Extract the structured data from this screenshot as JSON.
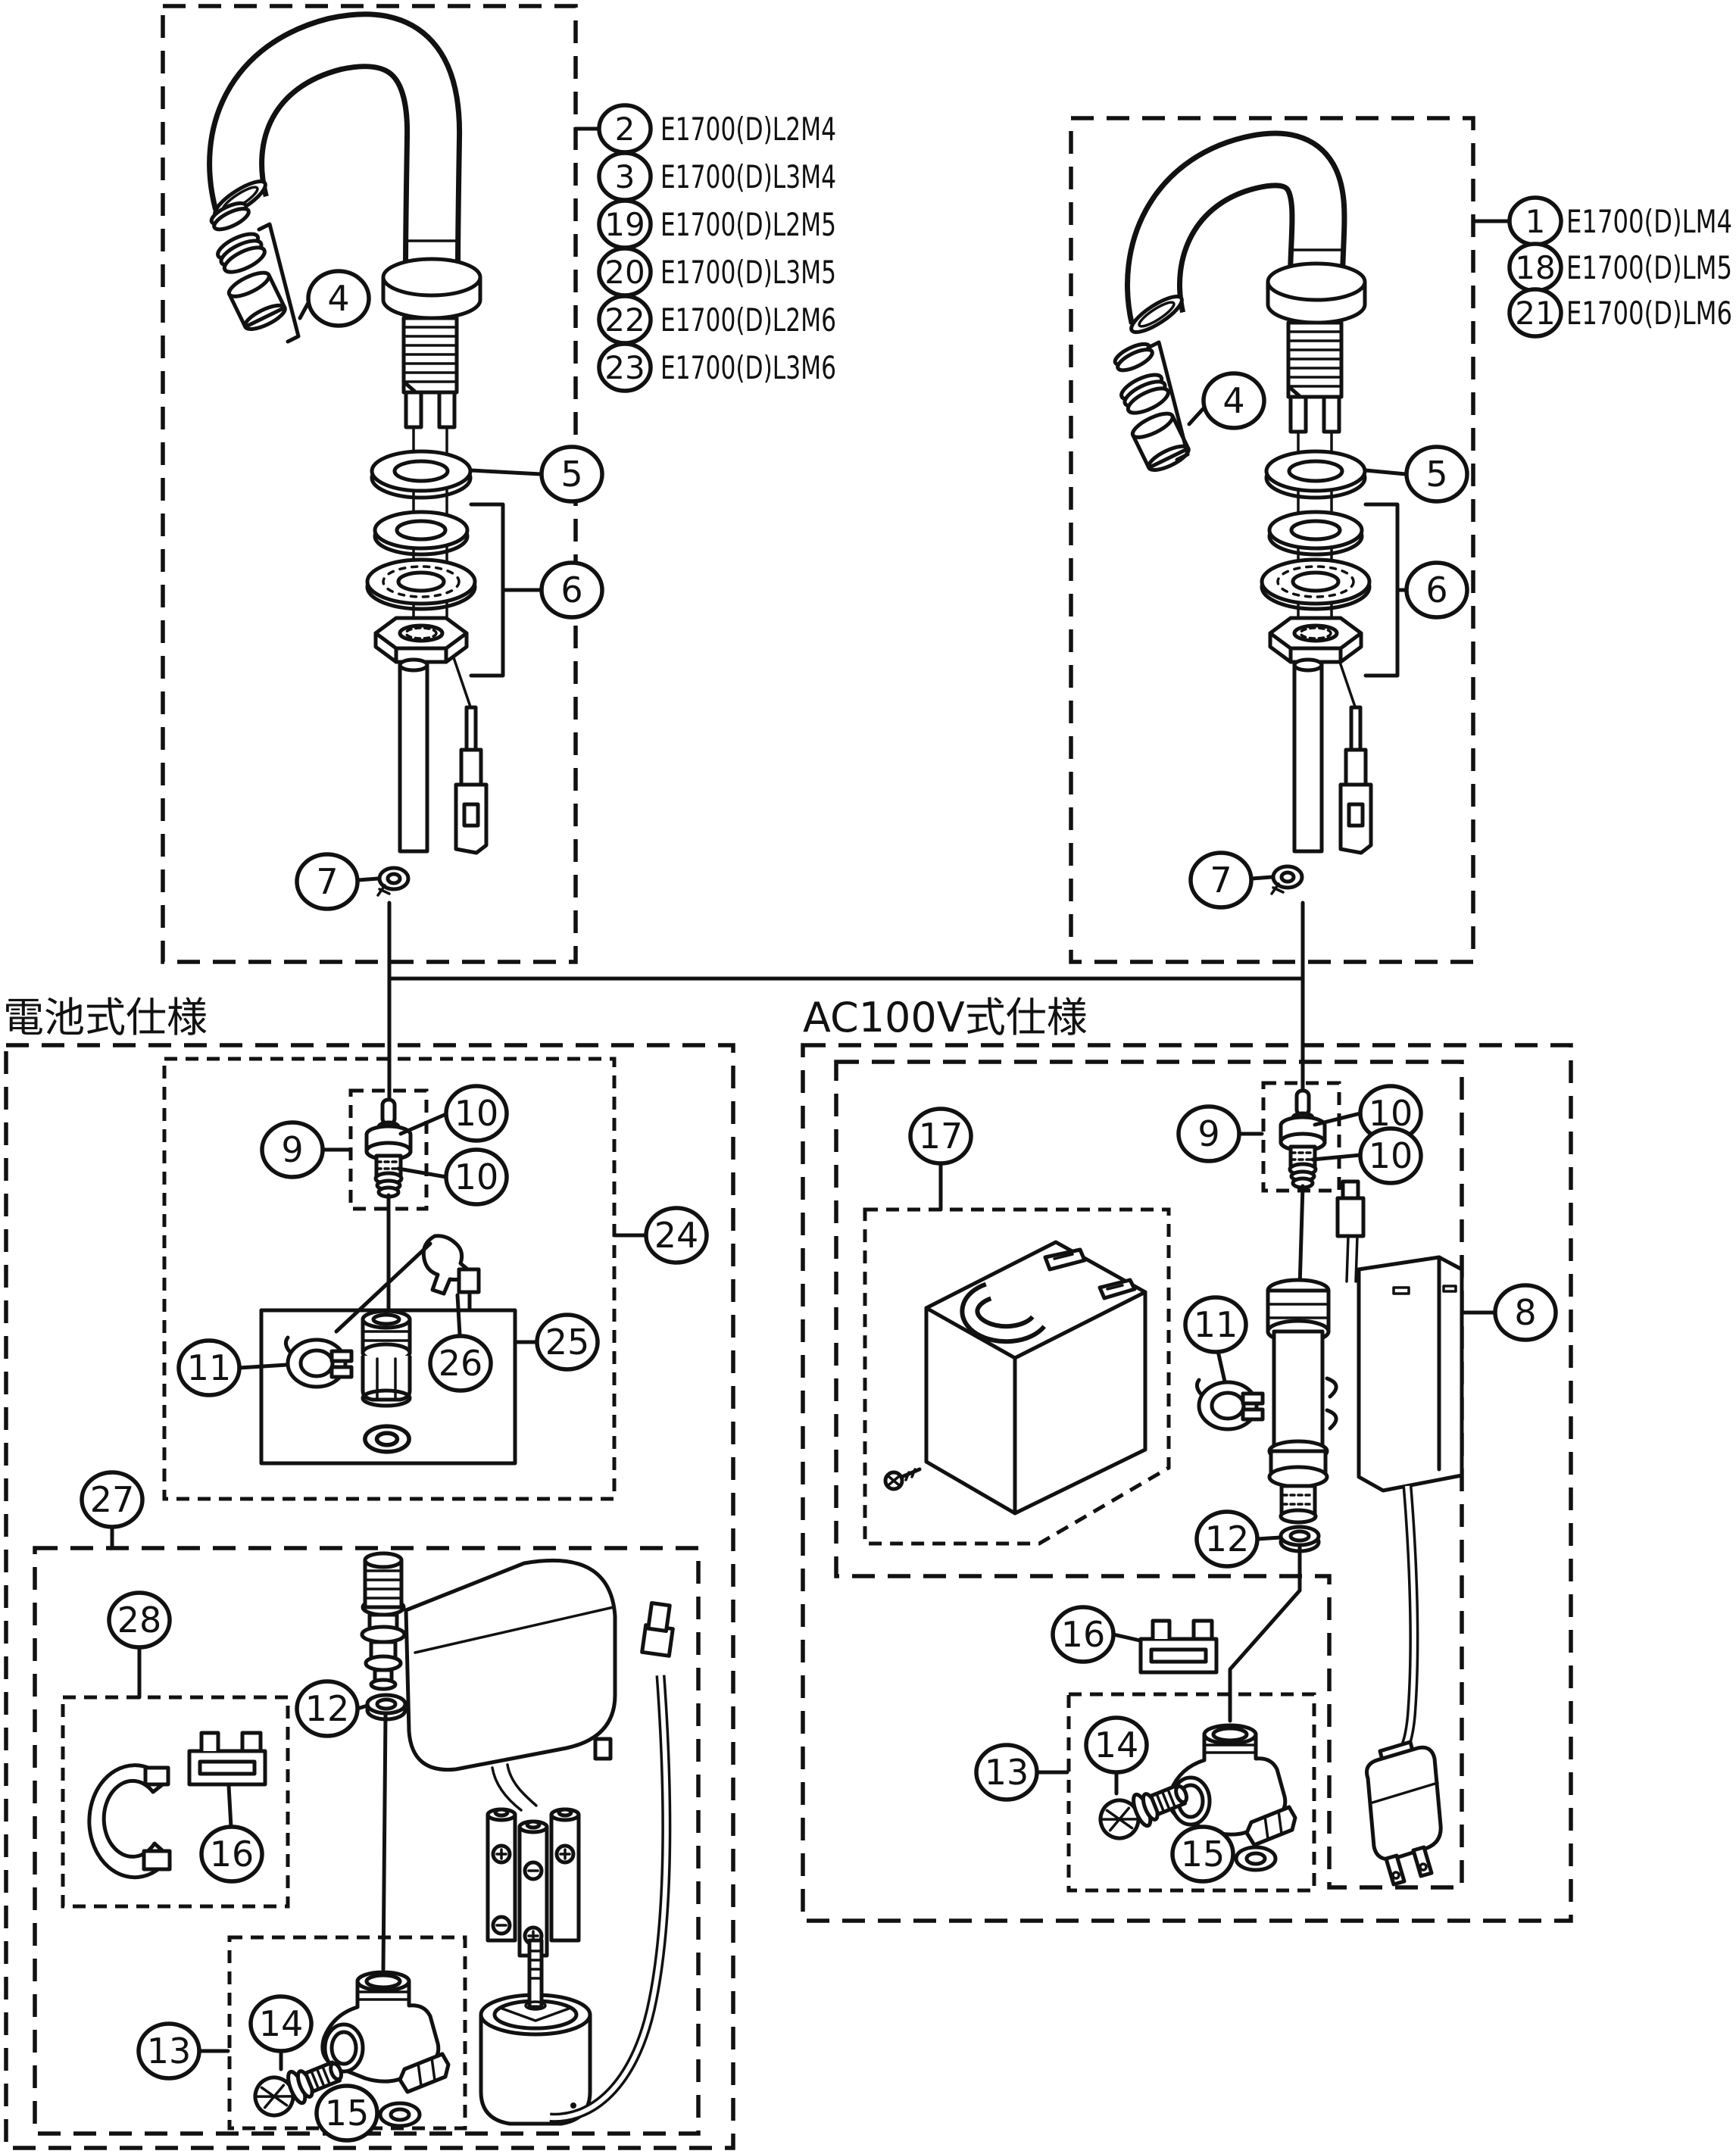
{
  "titles": {
    "battery_spec": "電池式仕様",
    "ac_spec": "AC100V式仕様"
  },
  "left_variants": [
    {
      "num": "2",
      "code": "E1700(D)L2M4"
    },
    {
      "num": "3",
      "code": "E1700(D)L3M4"
    },
    {
      "num": "19",
      "code": "E1700(D)L2M5"
    },
    {
      "num": "20",
      "code": "E1700(D)L3M5"
    },
    {
      "num": "22",
      "code": "E1700(D)L2M6"
    },
    {
      "num": "23",
      "code": "E1700(D)L3M6"
    }
  ],
  "right_variants": [
    {
      "num": "1",
      "code": "E1700(D)LM4"
    },
    {
      "num": "18",
      "code": "E1700(D)LM5"
    },
    {
      "num": "21",
      "code": "E1700(D)LM6"
    }
  ],
  "callouts": {
    "c1": "1",
    "c2": "2",
    "c3": "3",
    "c4": "4",
    "c5": "5",
    "c6": "6",
    "c7": "7",
    "c8": "8",
    "c9": "9",
    "c10": "10",
    "c11": "11",
    "c12": "12",
    "c13": "13",
    "c14": "14",
    "c15": "15",
    "c16": "16",
    "c17": "17",
    "c18": "18",
    "c19": "19",
    "c20": "20",
    "c21": "21",
    "c22": "22",
    "c23": "23",
    "c24": "24",
    "c25": "25",
    "c26": "26",
    "c27": "27",
    "c28": "28"
  },
  "colors": {
    "line": "#111111",
    "background": "#ffffff"
  }
}
